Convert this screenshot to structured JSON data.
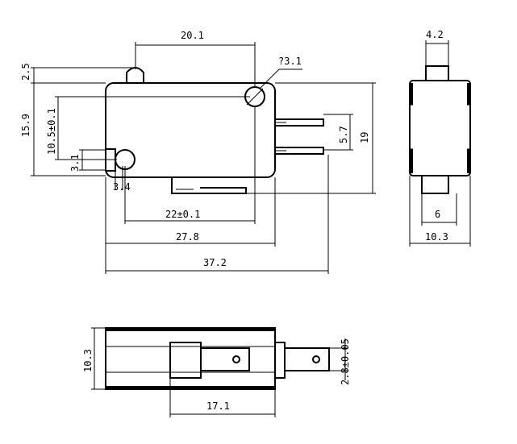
{
  "dimensions": {
    "top_width": "20.1",
    "hole_dia": "?3.1",
    "left_top": "2.5",
    "left_height": "15.9",
    "hole_offset": "10.5±0.1",
    "pin_height": "3.1",
    "pin_width": "3.4",
    "center_dist": "22±0.1",
    "body_len": "27.8",
    "total_len": "37.2",
    "term_gap": "5.7",
    "total_height": "19",
    "side_top": "4.2",
    "side_inner": "6",
    "side_total": "10.3",
    "bottom_height": "10.3",
    "bottom_len": "17.1",
    "term_thick": "2.8±0.05"
  }
}
